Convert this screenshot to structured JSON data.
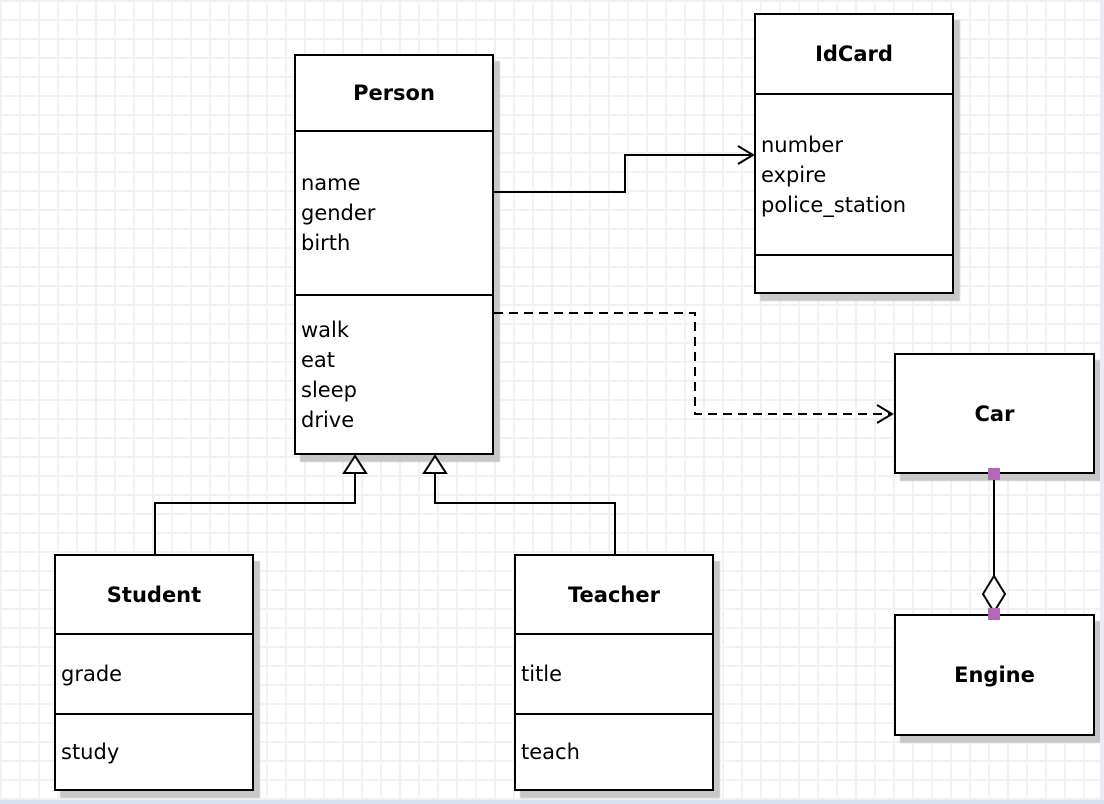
{
  "diagram": {
    "classes": {
      "person": {
        "title": "Person",
        "attributes": [
          "name",
          "gender",
          "birth"
        ],
        "methods": [
          "walk",
          "eat",
          "sleep",
          "drive"
        ]
      },
      "idcard": {
        "title": "IdCard",
        "attributes": [
          "number",
          "expire",
          "police_station"
        ],
        "methods": []
      },
      "car": {
        "title": "Car",
        "attributes": [],
        "methods": []
      },
      "engine": {
        "title": "Engine",
        "attributes": [],
        "methods": []
      },
      "student": {
        "title": "Student",
        "attributes": [
          "grade"
        ],
        "methods": [
          "study"
        ]
      },
      "teacher": {
        "title": "Teacher",
        "attributes": [
          "title"
        ],
        "methods": [
          "teach"
        ]
      }
    },
    "relationships": [
      {
        "from": "Person",
        "to": "IdCard",
        "type": "association",
        "line_style": "solid",
        "arrowhead": "open-arrow"
      },
      {
        "from": "Person",
        "to": "Car",
        "type": "dependency",
        "line_style": "dashed",
        "arrowhead": "open-arrow"
      },
      {
        "from": "Student",
        "to": "Person",
        "type": "generalization",
        "line_style": "solid",
        "arrowhead": "hollow-triangle"
      },
      {
        "from": "Teacher",
        "to": "Person",
        "type": "generalization",
        "line_style": "solid",
        "arrowhead": "hollow-triangle"
      },
      {
        "from": "Car",
        "to": "Engine",
        "type": "aggregation",
        "line_style": "solid",
        "arrowhead": "hollow-diamond",
        "endpoint_handles": "purple-squares"
      }
    ],
    "colors": {
      "line": "#000000",
      "box_border": "#000000",
      "box_fill": "#ffffff",
      "text": "#000000",
      "shadow": "#c8c8c8",
      "grid_line": "#f2f2f5",
      "background": "#ffffff",
      "selection_handle": "#b568b5",
      "window_edge_bottom": "#d9e1ee",
      "window_edge_right": "#e9ecf3"
    }
  }
}
